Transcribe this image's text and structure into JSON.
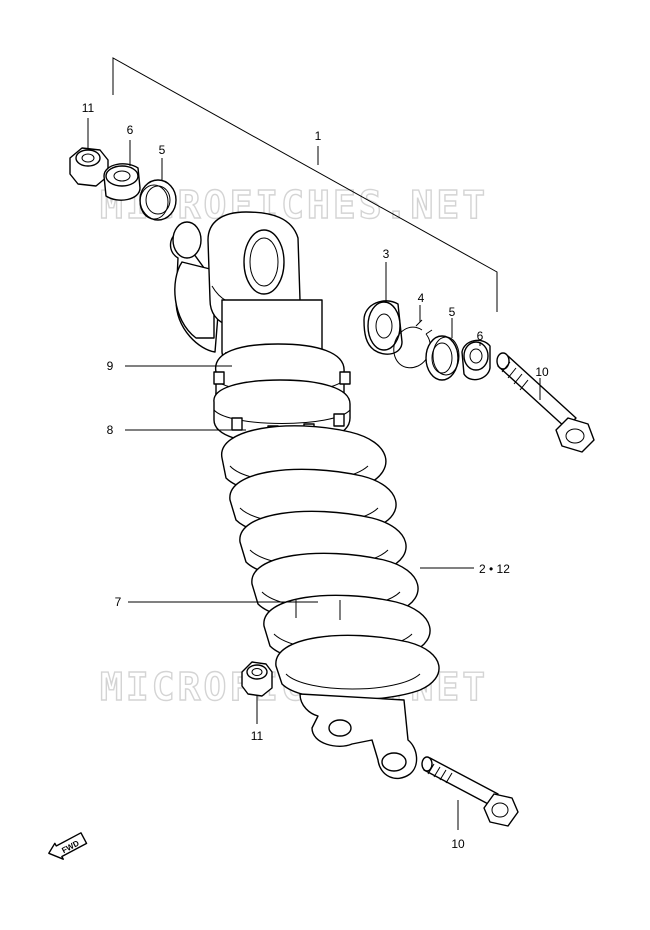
{
  "watermarks": [
    "MICROFICHES.NET",
    "MICROFICHES.NET"
  ],
  "fwd_label": "FWD",
  "callouts": {
    "p1": "1",
    "p2_12": "2 • 12",
    "p3": "3",
    "p4": "4",
    "p5_top": "5",
    "p5_right": "5",
    "p6_top": "6",
    "p6_right": "6",
    "p7": "7",
    "p8": "8",
    "p9": "9",
    "p10_right": "10",
    "p10_bottom": "10",
    "p11_top": "11",
    "p11_bottom": "11"
  }
}
